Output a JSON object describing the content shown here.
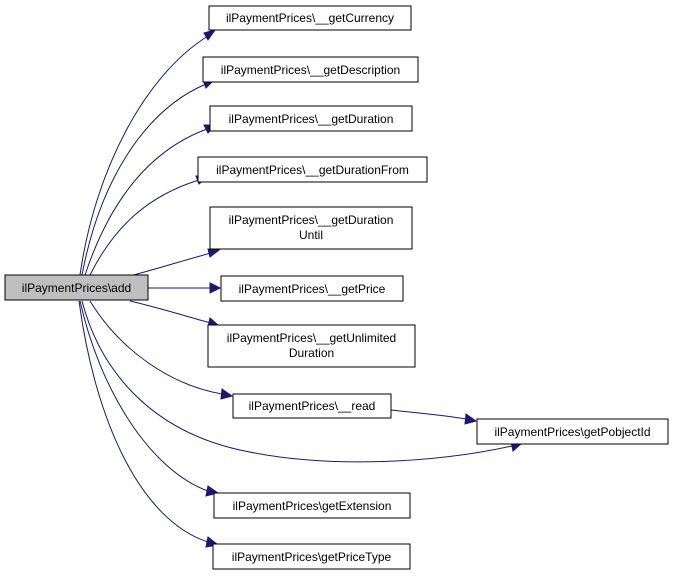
{
  "colors": {
    "root_fill": "#bfbfbf",
    "node_fill": "#ffffff",
    "node_border": "#000000",
    "edge": "#191970"
  },
  "nodes": {
    "root": "ilPaymentPrices\\add",
    "get_currency": "ilPaymentPrices\\__getCurrency",
    "get_description": "ilPaymentPrices\\__getDescription",
    "get_duration": "ilPaymentPrices\\__getDuration",
    "get_duration_from": "ilPaymentPrices\\__getDurationFrom",
    "get_duration_until_line1": "ilPaymentPrices\\__getDuration",
    "get_duration_until_line2": "Until",
    "get_price": "ilPaymentPrices\\__getPrice",
    "get_unlimited_duration_line1": "ilPaymentPrices\\__getUnlimited",
    "get_unlimited_duration_line2": "Duration",
    "read": "ilPaymentPrices\\__read",
    "get_pobject_id": "ilPaymentPrices\\getPobjectId",
    "get_extension": "ilPaymentPrices\\getExtension",
    "get_price_type": "ilPaymentPrices\\getPriceType"
  }
}
